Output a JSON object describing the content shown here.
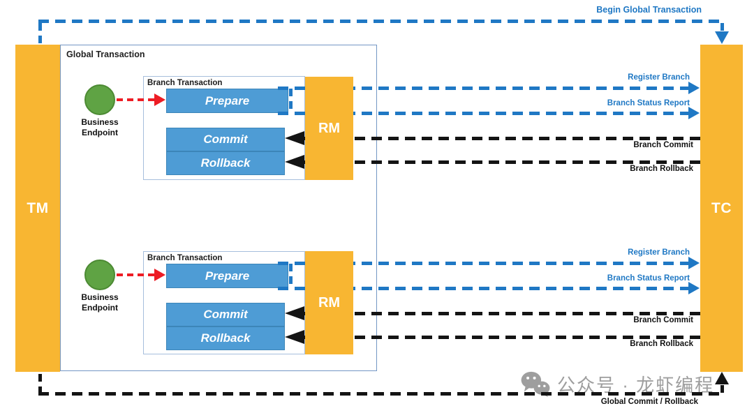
{
  "nodes": {
    "tm": "TM",
    "tc": "TC",
    "global_transaction": "Global Transaction"
  },
  "flows": {
    "begin_global_transaction": "Begin Global Transaction",
    "global_commit_rollback": "Global Commit / Rollback"
  },
  "branches": [
    {
      "title": "Branch Transaction",
      "endpoint": "Business Endpoint",
      "rm": "RM",
      "actions": {
        "prepare": "Prepare",
        "commit": "Commit",
        "rollback": "Rollback"
      },
      "messages": {
        "register_branch": "Register Branch",
        "branch_status_report": "Branch Status Report",
        "branch_commit": "Branch Commit",
        "branch_rollback": "Branch Rollback"
      }
    },
    {
      "title": "Branch Transaction",
      "endpoint": "Business Endpoint",
      "rm": "RM",
      "actions": {
        "prepare": "Prepare",
        "commit": "Commit",
        "rollback": "Rollback"
      },
      "messages": {
        "register_branch": "Register Branch",
        "branch_status_report": "Branch Status Report",
        "branch_commit": "Branch Commit",
        "branch_rollback": "Branch Rollback"
      }
    }
  ],
  "watermark": {
    "text": "公众号 · 龙虾编程",
    "icon": "wechat-icon"
  },
  "colors": {
    "node_yellow": "#F8B632",
    "action_blue": "#4E9CD5",
    "endpoint_green": "#5FA344",
    "flow_blue": "#1F78C4",
    "flow_black": "#141414",
    "flow_red": "#ED1C24",
    "box_border_blue": "#7396C4",
    "branch_border": "#A6BEDC",
    "watermark_gray": "#9E9E9E"
  }
}
